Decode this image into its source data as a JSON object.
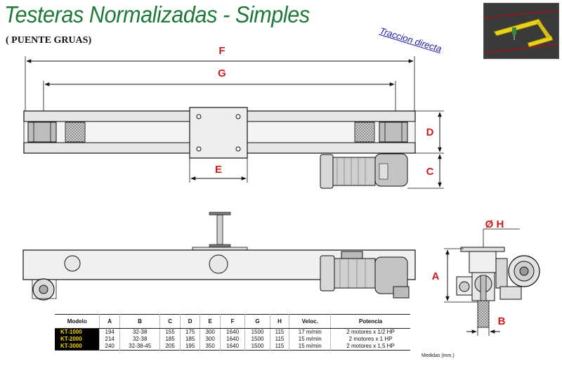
{
  "header": {
    "title": "Testeras Normalizadas - Simples",
    "subtitle": "( PUENTE GRUAS)",
    "tagline": "Traccion directa"
  },
  "dimensions": {
    "F": "F",
    "G": "G",
    "D": "D",
    "C": "C",
    "E": "E",
    "A": "A",
    "B": "B",
    "OH": "Ø H"
  },
  "table": {
    "headers": [
      "Modelo",
      "A",
      "B",
      "C",
      "D",
      "E",
      "F",
      "G",
      "H",
      "Veloc.",
      "Potencia"
    ],
    "rows": [
      [
        "KT-1000",
        "194",
        "32-38",
        "155",
        "175",
        "300",
        "1640",
        "1500",
        "115",
        "17 m/min",
        "2 motores x 1/2 HP"
      ],
      [
        "KT-2000",
        "214",
        "32-38",
        "185",
        "185",
        "300",
        "1640",
        "1500",
        "115",
        "15 m/min",
        "2 motores x 1 HP"
      ],
      [
        "KT-3000",
        "240",
        "32-38-45",
        "205",
        "195",
        "350",
        "1640",
        "1500",
        "115",
        "15 m/min",
        "2 motores x 1,5 HP"
      ]
    ]
  },
  "footer": {
    "units_note": "Medidas (mm.)"
  },
  "colors": {
    "title_green": "#1f7a3a",
    "dimension_red": "#cc1b1b",
    "tagline_blue": "#1a1aa8",
    "model_yellow": "#f2d400"
  }
}
